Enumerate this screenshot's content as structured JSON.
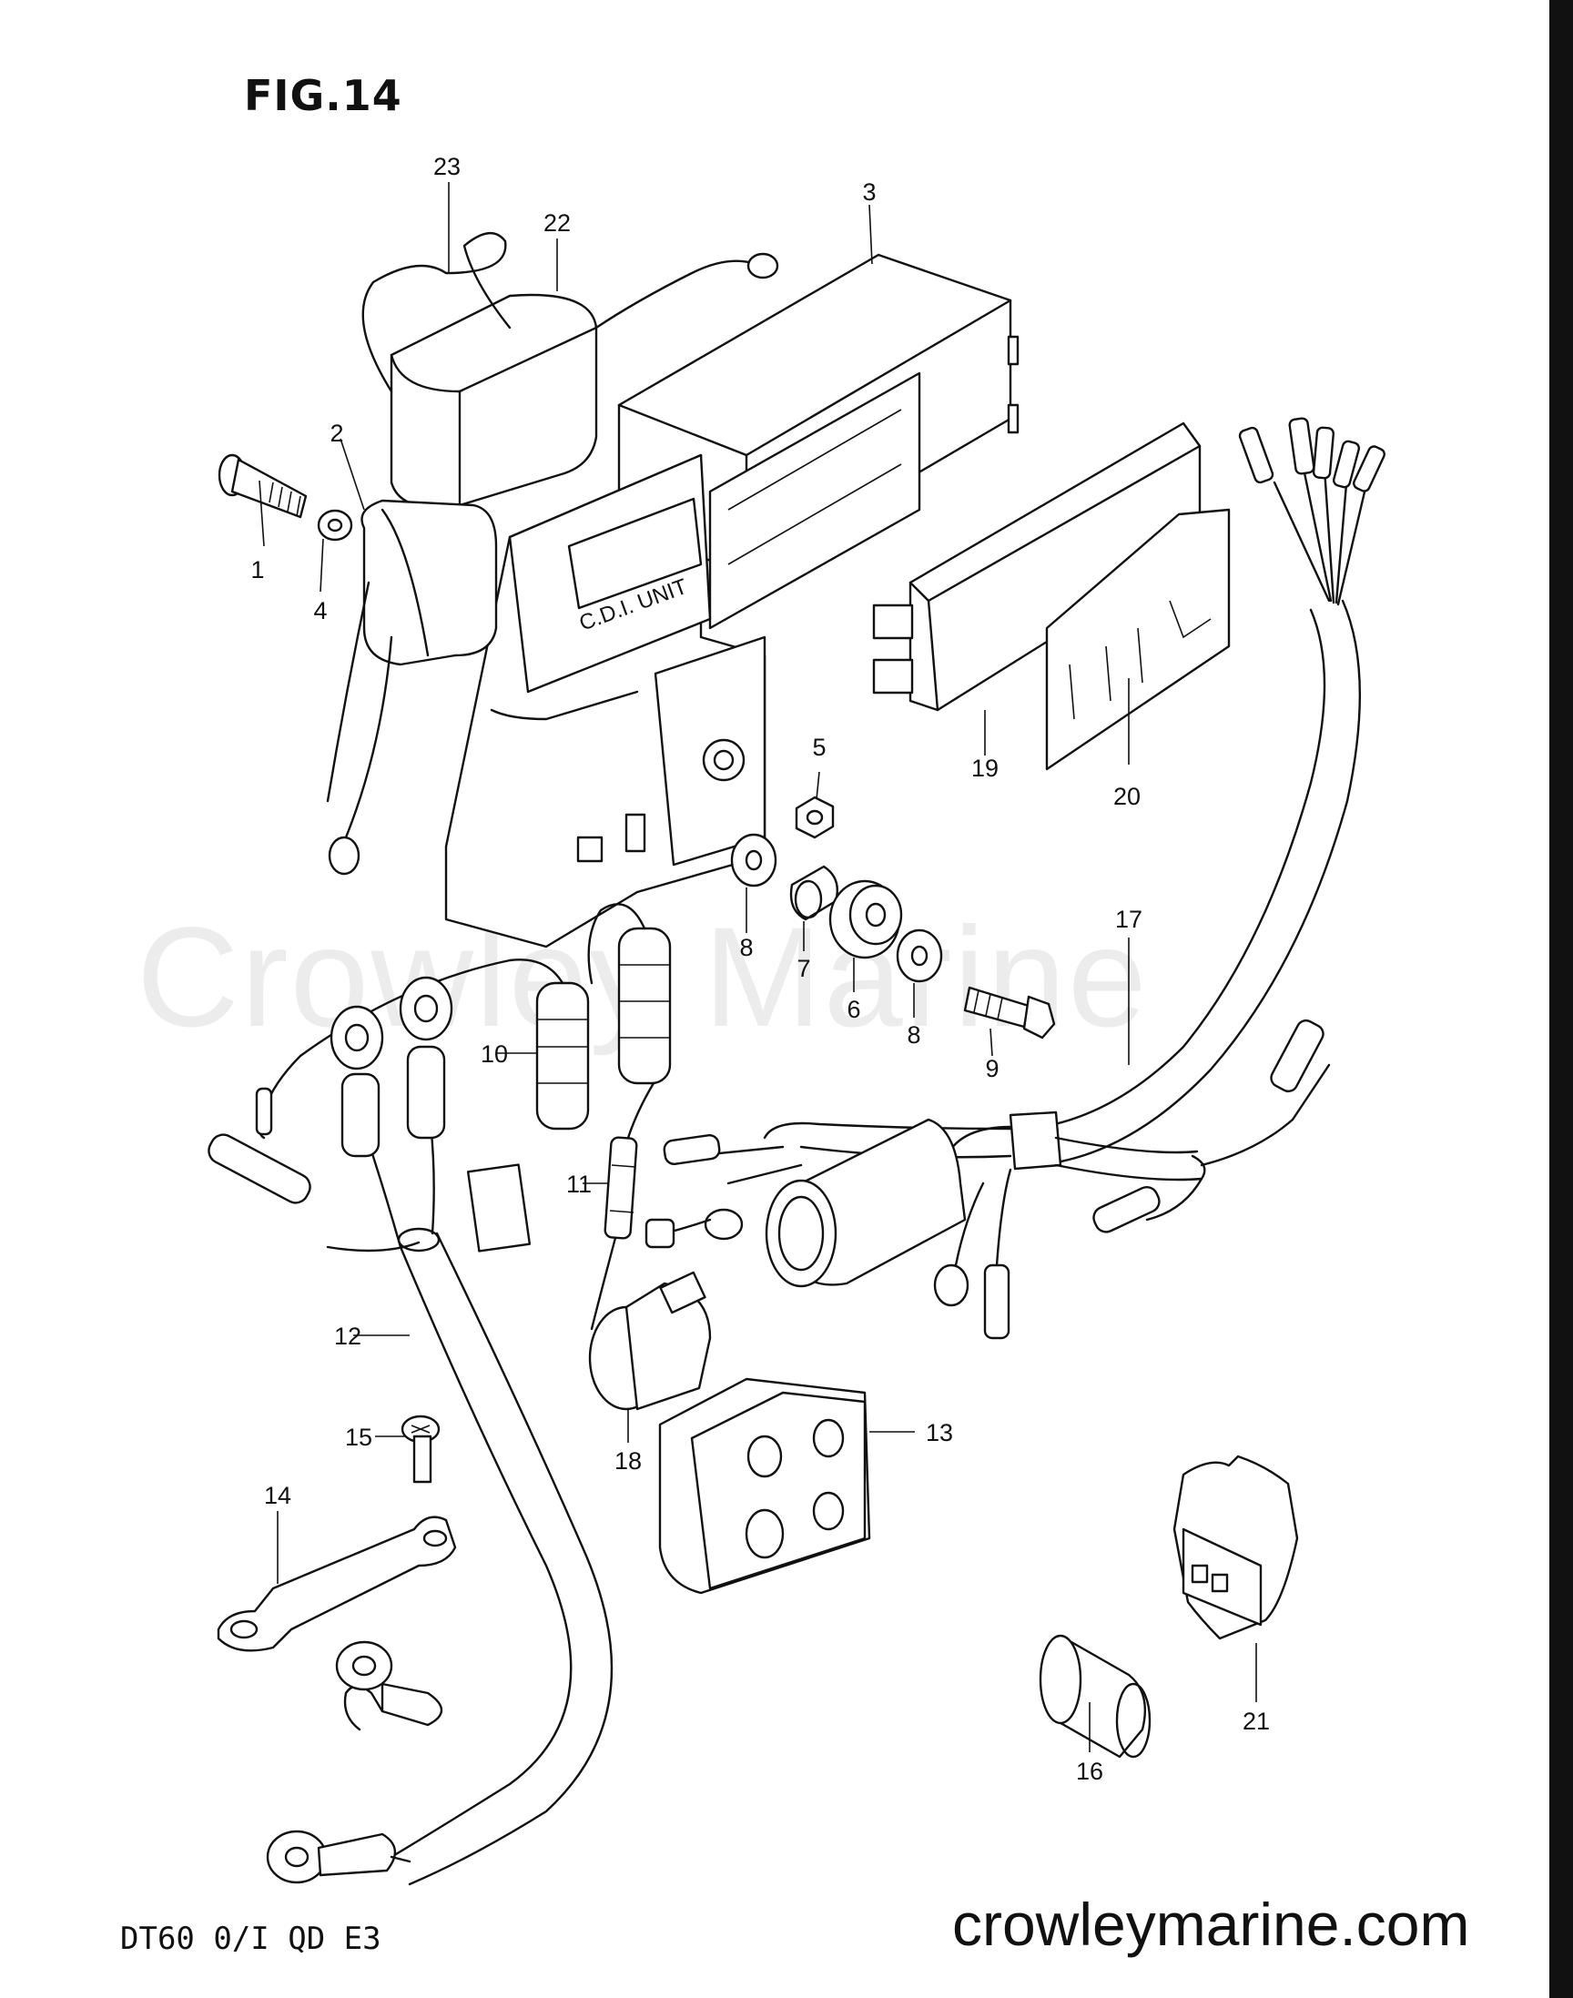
{
  "figure": {
    "title": "FIG.14",
    "model_code": "DT60 0/I QD E3",
    "website": "crowleymarine.com",
    "watermark": "Crowley Marine",
    "cdi_text": "C.D.I. UNIT"
  },
  "parts": [
    {
      "id": "1",
      "label": "1"
    },
    {
      "id": "2",
      "label": "2"
    },
    {
      "id": "3",
      "label": "3"
    },
    {
      "id": "4",
      "label": "4"
    },
    {
      "id": "5",
      "label": "5"
    },
    {
      "id": "6",
      "label": "6"
    },
    {
      "id": "7",
      "label": "7"
    },
    {
      "id": "8a",
      "label": "8"
    },
    {
      "id": "8b",
      "label": "8"
    },
    {
      "id": "9",
      "label": "9"
    },
    {
      "id": "10",
      "label": "10"
    },
    {
      "id": "11",
      "label": "11"
    },
    {
      "id": "12",
      "label": "12"
    },
    {
      "id": "13",
      "label": "13"
    },
    {
      "id": "14",
      "label": "14"
    },
    {
      "id": "15",
      "label": "15"
    },
    {
      "id": "16",
      "label": "16"
    },
    {
      "id": "17",
      "label": "17"
    },
    {
      "id": "18",
      "label": "18"
    },
    {
      "id": "19",
      "label": "19"
    },
    {
      "id": "20",
      "label": "20"
    },
    {
      "id": "21",
      "label": "21"
    },
    {
      "id": "22",
      "label": "22"
    },
    {
      "id": "23",
      "label": "23"
    }
  ]
}
